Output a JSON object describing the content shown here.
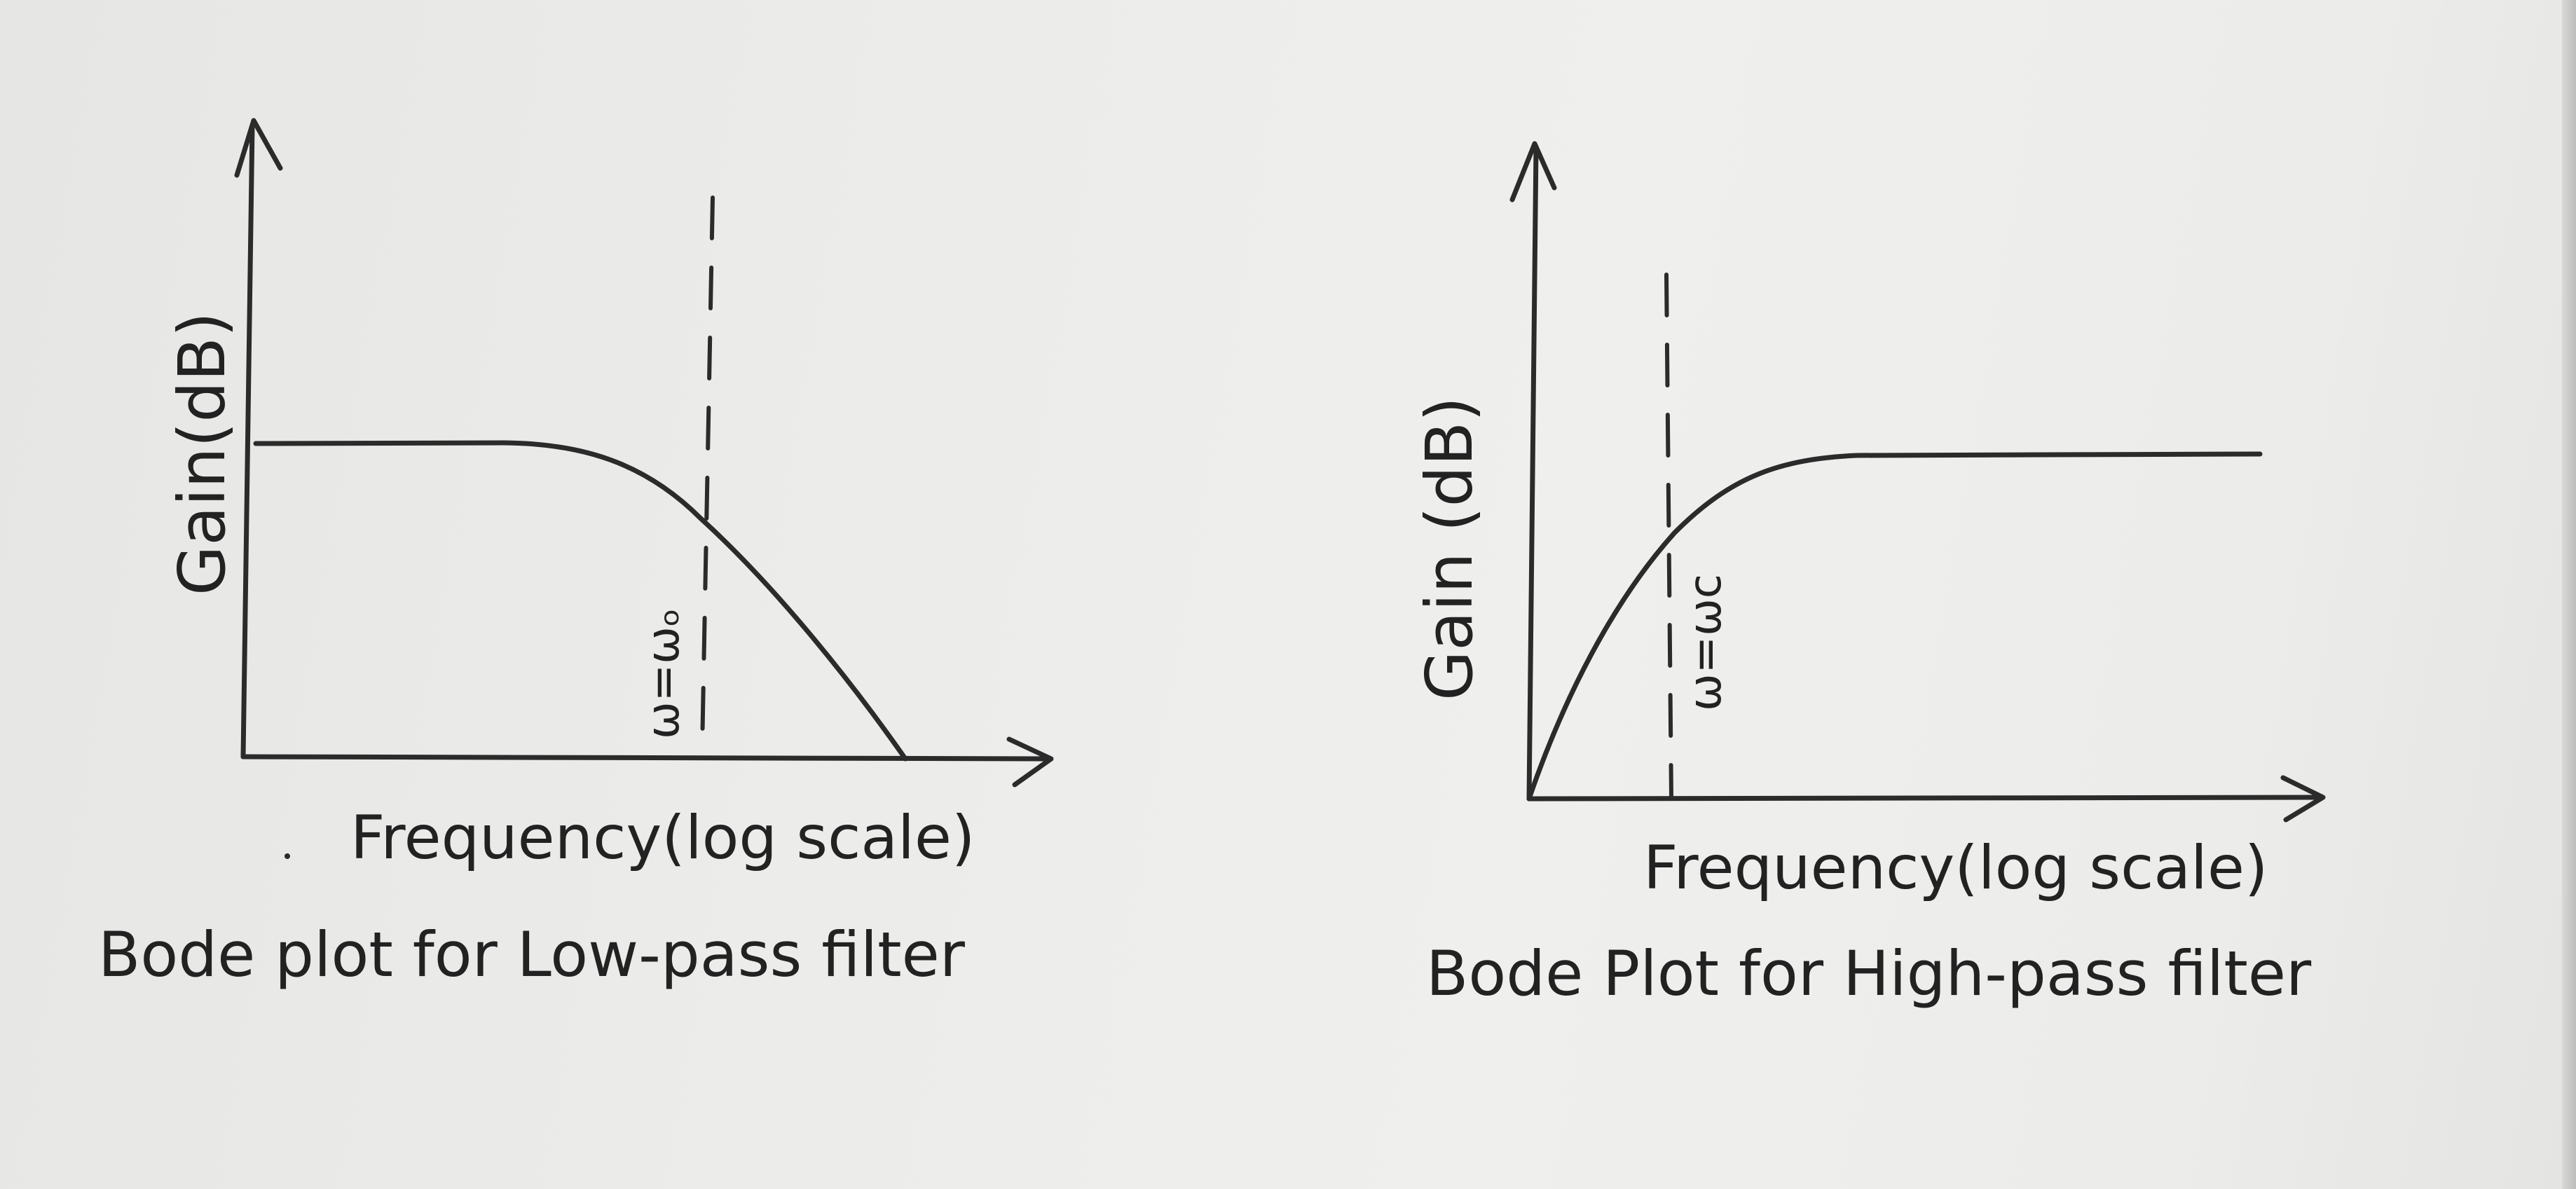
{
  "low_pass": {
    "y_axis_label": "Gain(dB)",
    "x_axis_label": "Frequency(log scale)",
    "cutoff_label": "ω=ωₒ",
    "caption": "Bode plot for Low-pass filter"
  },
  "high_pass": {
    "y_axis_label": "Gain (dB)",
    "x_axis_label": "Frequency(log scale)",
    "cutoff_label": "ω=ωc",
    "caption": "Bode Plot for High-pass filter"
  },
  "colors": {
    "ink": "#2b2b2b",
    "paper": "#ececea"
  }
}
